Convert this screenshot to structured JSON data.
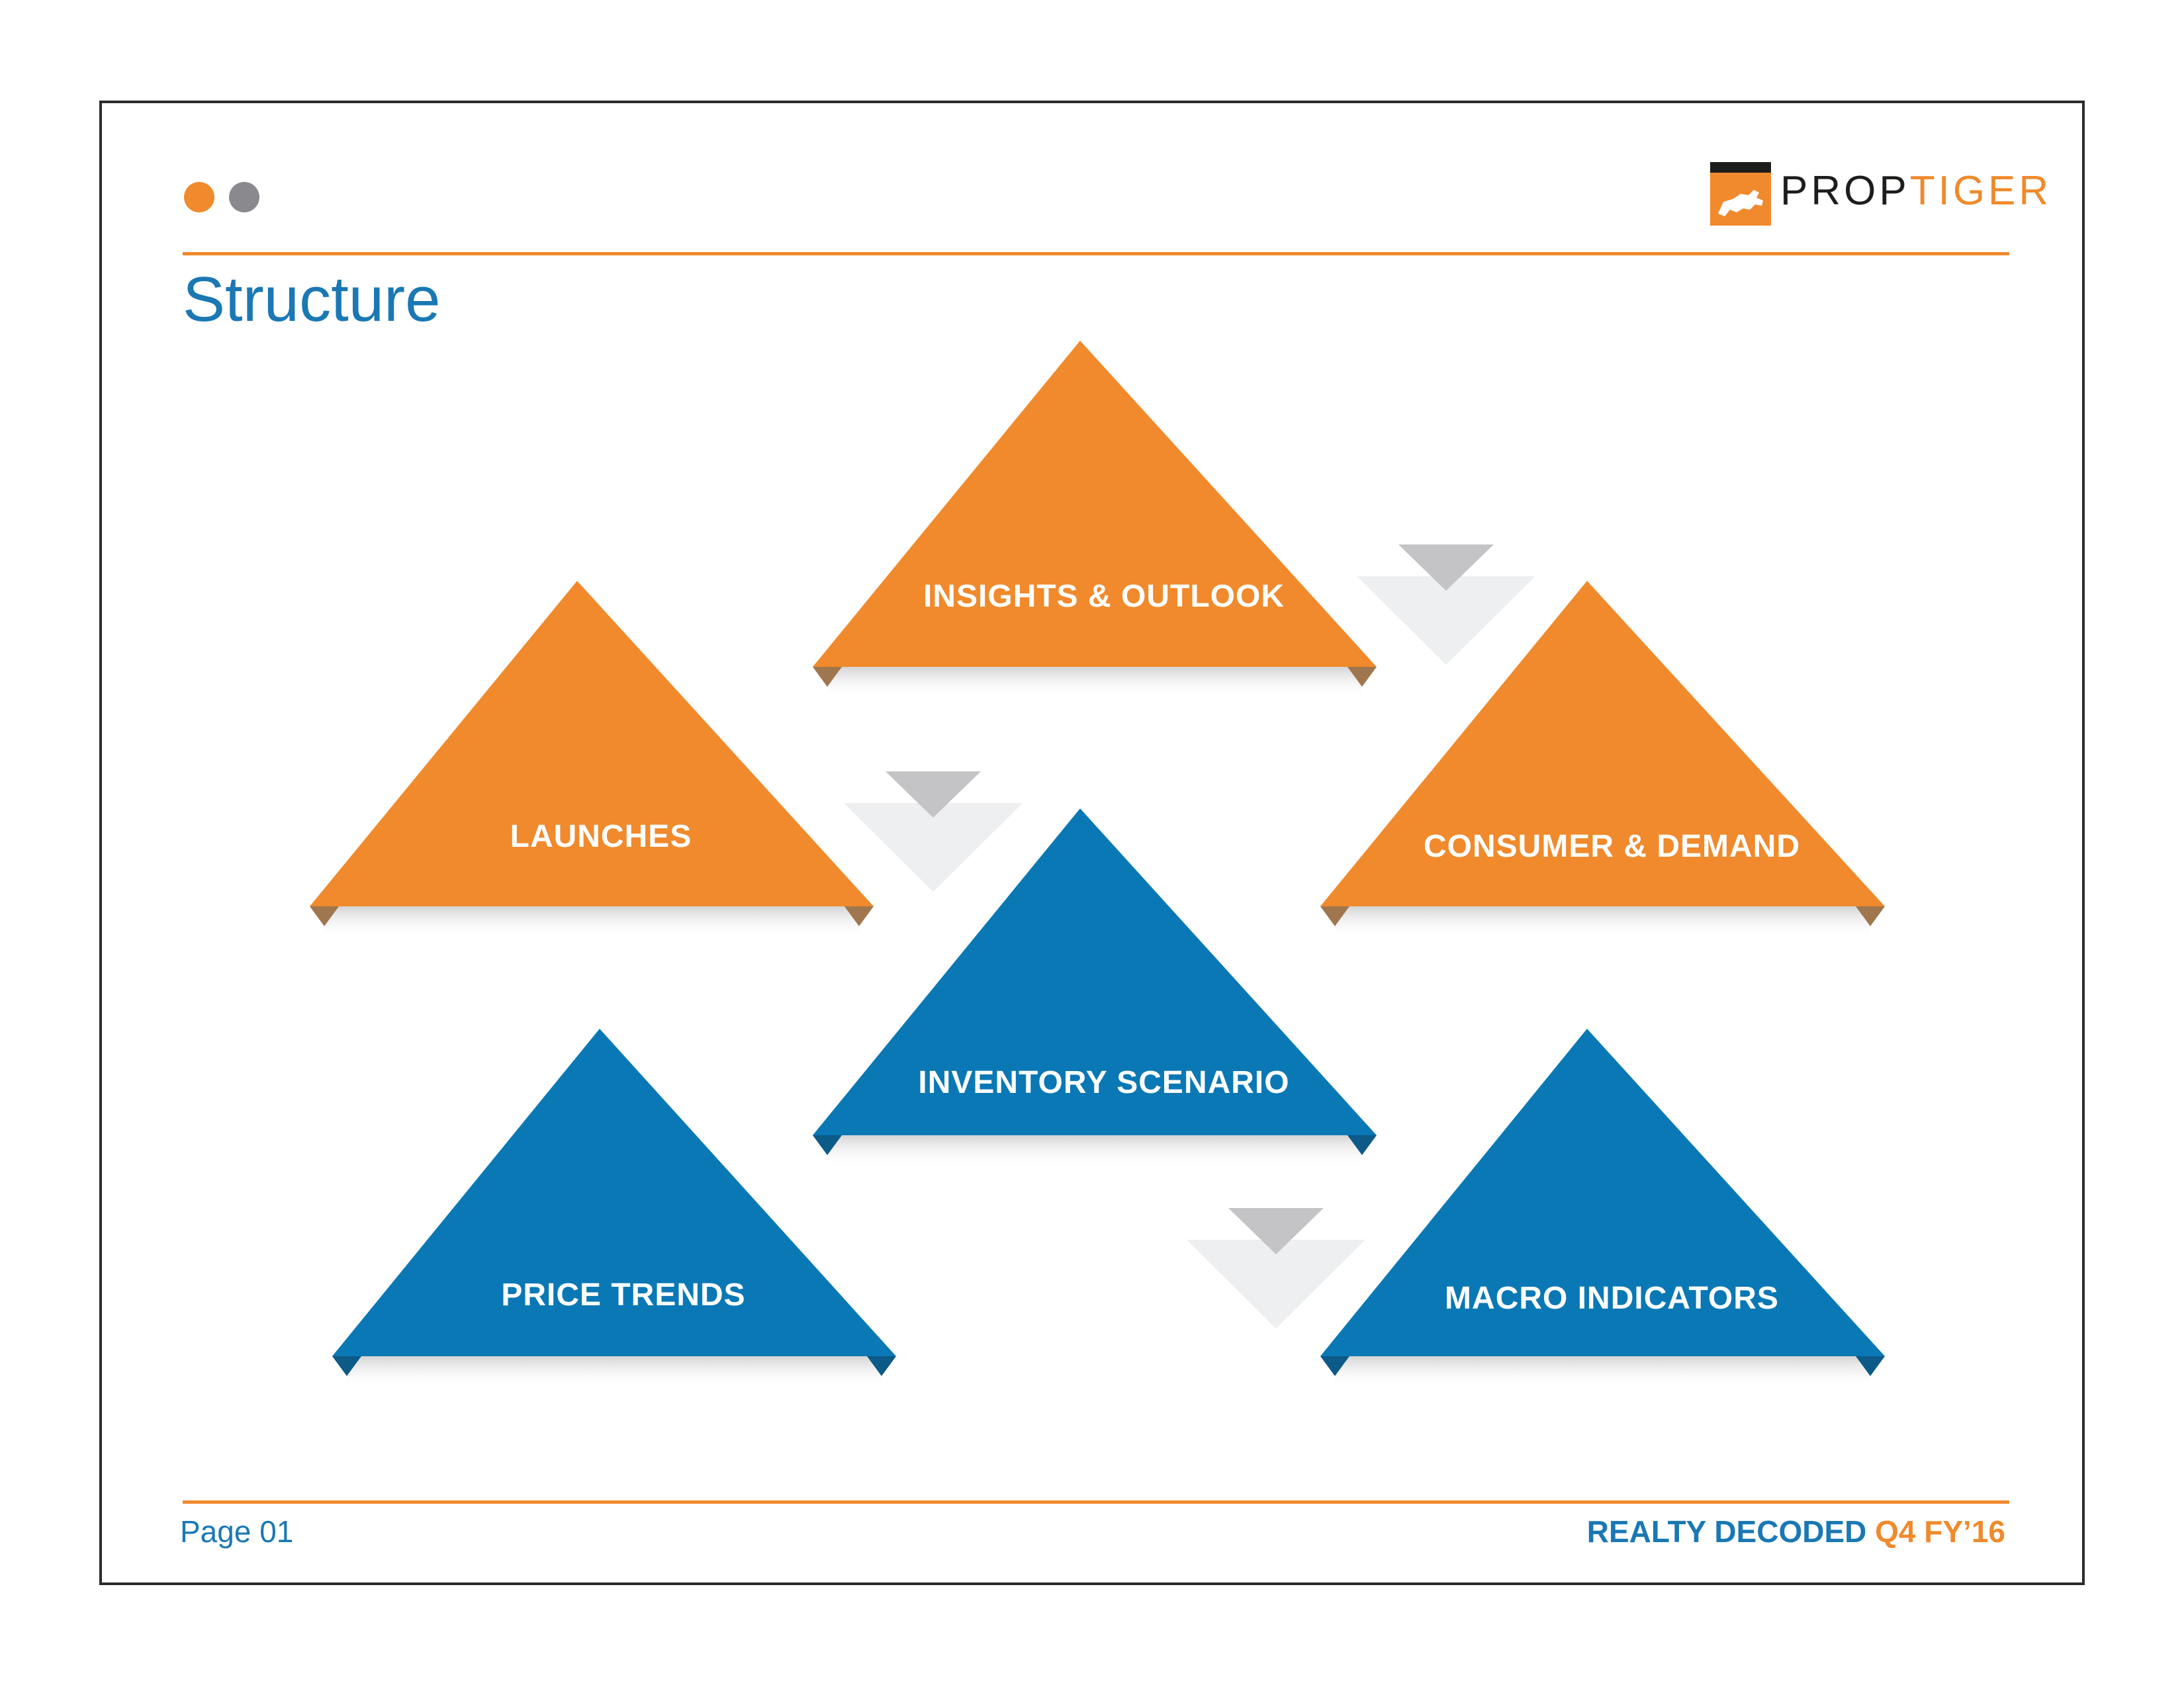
{
  "header": {
    "title": "Structure",
    "logo_text_part1": "PROP",
    "logo_text_part2": "TIGER"
  },
  "diagram": {
    "nodes": [
      {
        "id": "insights",
        "label": "INSIGHTS & OUTLOOK",
        "color": "#f08a2c"
      },
      {
        "id": "launches",
        "label": "LAUNCHES",
        "color": "#f08a2c"
      },
      {
        "id": "consumer",
        "label": "CONSUMER & DEMAND",
        "color": "#f08a2c"
      },
      {
        "id": "inventory",
        "label": "INVENTORY SCENARIO",
        "color": "#0a78b5"
      },
      {
        "id": "price",
        "label": "PRICE TRENDS",
        "color": "#0a78b5"
      },
      {
        "id": "macro",
        "label": "MACRO INDICATORS",
        "color": "#0a78b5"
      }
    ],
    "connector_arrow_count": 3
  },
  "footer": {
    "page_label": "Page 01",
    "brand_part1": "REALTY DECODED",
    "brand_part2": "Q4 FY’16"
  },
  "colors": {
    "orange": "#f08a2c",
    "blue": "#0a78b5",
    "dot_gray": "#8a8a8e",
    "arrow_dark": "#c4c4c6",
    "arrow_light": "#eeeff0"
  }
}
